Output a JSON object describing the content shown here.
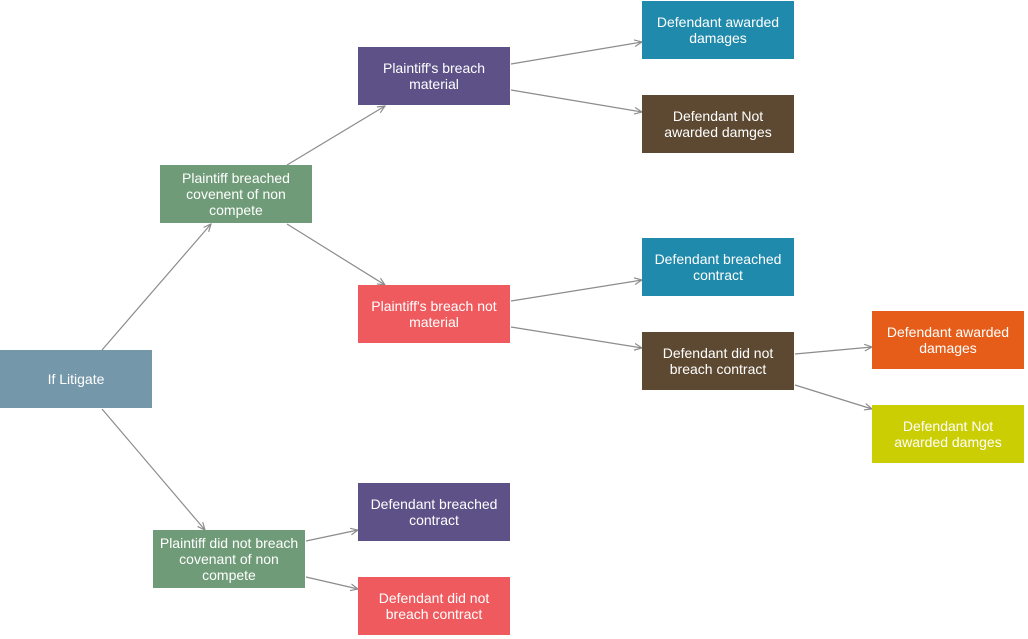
{
  "nodes": {
    "root": {
      "label": "If Litigate",
      "color": "#7597aa"
    },
    "breached": {
      "label": "Plaintiff breached covenent of non compete",
      "color": "#6f9b78"
    },
    "not_breached": {
      "label": "Plaintiff did not breach covenant of non compete",
      "color": "#6f9b78"
    },
    "material": {
      "label": "Plaintiff's breach material",
      "color": "#5e5188"
    },
    "not_material": {
      "label": "Plaintiff's breach not material",
      "color": "#ef5a5e"
    },
    "def_breached_lower": {
      "label": "Defendant breached contract",
      "color": "#5e5188"
    },
    "def_not_breach_lower": {
      "label": "Defendant did not breach contract",
      "color": "#ef5a5e"
    },
    "awarded_top": {
      "label": "Defendant awarded damages",
      "color": "#1f8aac"
    },
    "not_awarded_top": {
      "label": "Defendant Not awarded damges",
      "color": "#5d4932"
    },
    "def_breached_mid": {
      "label": "Defendant breached contract",
      "color": "#1f8aac"
    },
    "def_not_breach_mid": {
      "label": "Defendant did not breach contract",
      "color": "#5d4932"
    },
    "awarded_right": {
      "label": "Defendant awarded damages",
      "color": "#e55d19"
    },
    "not_awarded_right": {
      "label": "Defendant Not awarded damges",
      "color": "#ccce04"
    }
  },
  "edges": [
    {
      "from": "root",
      "to": "breached"
    },
    {
      "from": "root",
      "to": "not_breached"
    },
    {
      "from": "breached",
      "to": "material"
    },
    {
      "from": "breached",
      "to": "not_material"
    },
    {
      "from": "material",
      "to": "awarded_top"
    },
    {
      "from": "material",
      "to": "not_awarded_top"
    },
    {
      "from": "not_material",
      "to": "def_breached_mid"
    },
    {
      "from": "not_material",
      "to": "def_not_breach_mid"
    },
    {
      "from": "def_not_breach_mid",
      "to": "awarded_right"
    },
    {
      "from": "def_not_breach_mid",
      "to": "not_awarded_right"
    },
    {
      "from": "not_breached",
      "to": "def_breached_lower"
    },
    {
      "from": "not_breached",
      "to": "def_not_breach_lower"
    }
  ],
  "edge_color": "#8c8c8c"
}
